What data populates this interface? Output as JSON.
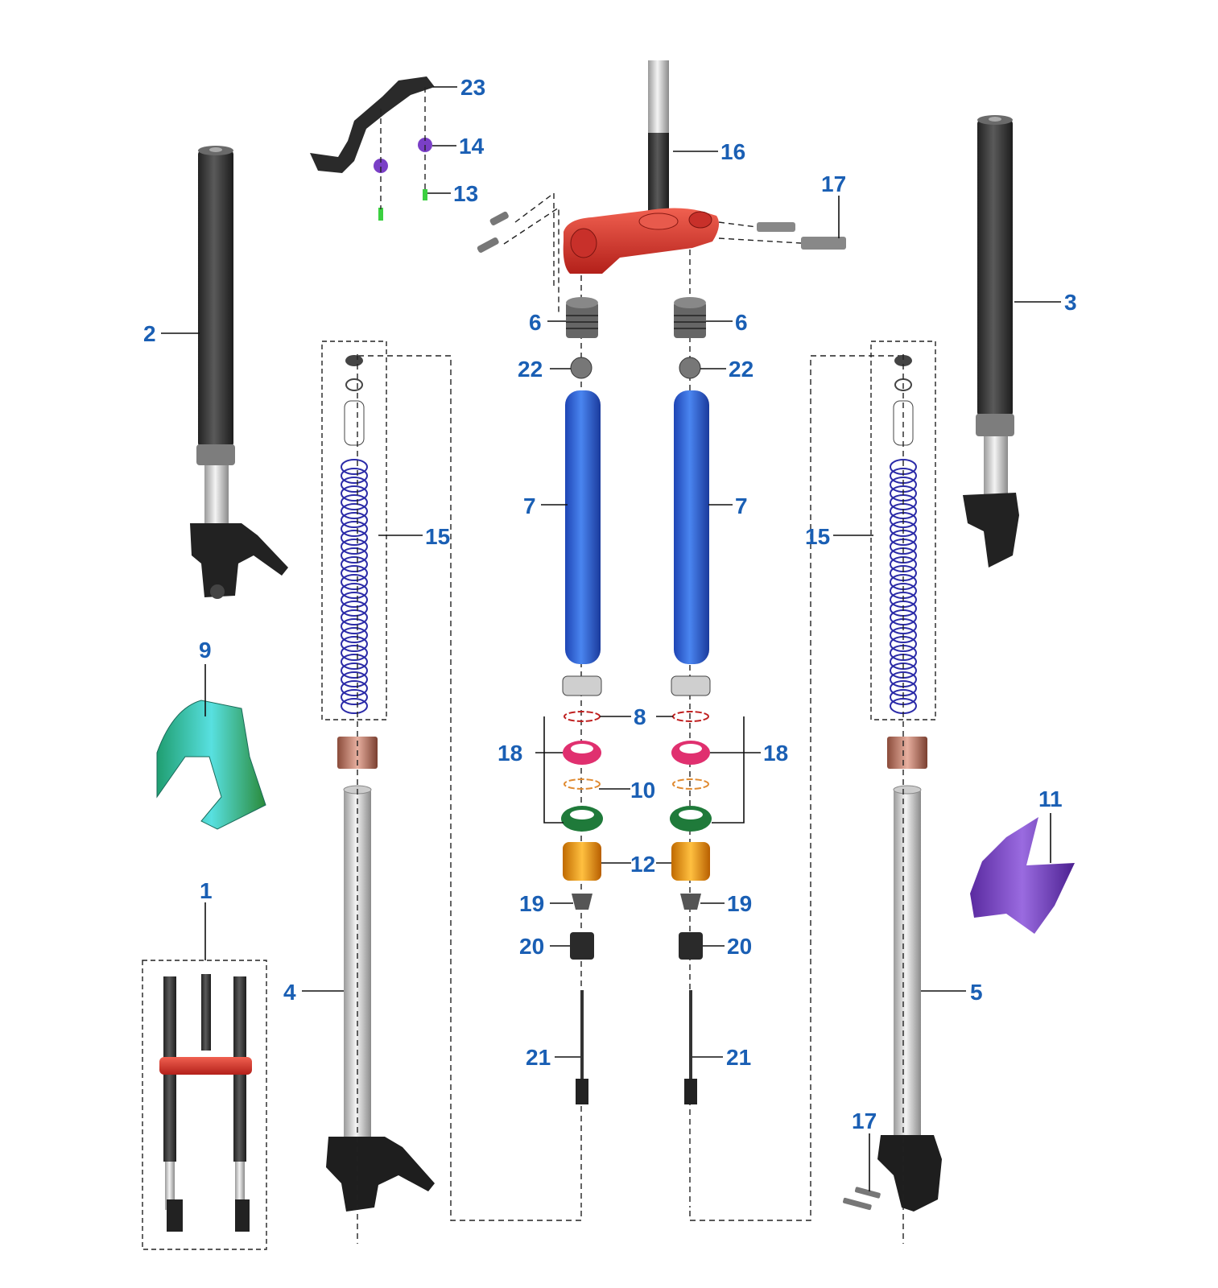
{
  "callouts": {
    "c1": "1",
    "c2": "2",
    "c3": "3",
    "c4": "4",
    "c5": "5",
    "c6a": "6",
    "c6b": "6",
    "c7a": "7",
    "c7b": "7",
    "c8": "8",
    "c9": "9",
    "c10": "10",
    "c11": "11",
    "c12": "12",
    "c13": "13",
    "c14": "14",
    "c15a": "15",
    "c15b": "15",
    "c16": "16",
    "c17a": "17",
    "c17b": "17",
    "c18a": "18",
    "c18b": "18",
    "c19a": "19",
    "c19b": "19",
    "c20a": "20",
    "c20b": "20",
    "c21a": "21",
    "c21b": "21",
    "c22a": "22",
    "c22b": "22",
    "c23": "23"
  },
  "colors": {
    "callout": "#1a5fb4",
    "fork_tube": "#3a3a3a",
    "triple_clamp": "#d8332b",
    "spacer_tube": "#2f63d6",
    "spring": "#2b2ba8",
    "seal": "#e0306f",
    "dust_seal": "#1f7a3a",
    "bushing": "#f0a020",
    "fender": "#7a3fc6",
    "brake_guide": "#27b3b0"
  },
  "icons": [
    "fork-assembly-icon",
    "outer-tube-icon",
    "triple-clamp-icon",
    "fork-spring-icon",
    "fender-bracket-icon",
    "brake-hose-guide-icon"
  ]
}
